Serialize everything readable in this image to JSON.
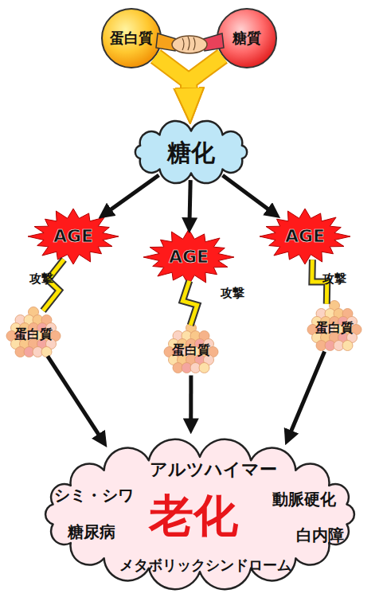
{
  "diagram": {
    "nodes": [
      {
        "text": [
          "蛋白質"
        ]
      },
      {
        "text": [
          "糖質"
        ]
      },
      {
        "text": [
          "糖化"
        ]
      },
      {
        "text": [
          "AGE"
        ]
      },
      {
        "text": [
          "AGE"
        ]
      },
      {
        "text": [
          "AGE"
        ]
      },
      {
        "text": [
          "蛋白質"
        ]
      },
      {
        "text": [
          "蛋白質"
        ]
      },
      {
        "text": [
          "蛋白質"
        ]
      },
      {
        "text": [
          "アルツハイマー",
          "シミ・シワ",
          "老化",
          "動脈硬化",
          "糖尿病",
          "白内障",
          "メタボリックシンドローム"
        ]
      }
    ],
    "edges": [
      {
        "from": 0,
        "to": 2,
        "arrow": "to"
      },
      {
        "from": 1,
        "to": 2,
        "arrow": "to"
      },
      {
        "from": 2,
        "to": 3,
        "arrow": "to"
      },
      {
        "from": 2,
        "to": 4,
        "arrow": "to"
      },
      {
        "from": 2,
        "to": 5,
        "arrow": "to"
      },
      {
        "from": 3,
        "to": 6,
        "label": "攻撃",
        "arrow": "none"
      },
      {
        "from": 4,
        "to": 7,
        "label": "攻撃",
        "arrow": "none"
      },
      {
        "from": 5,
        "to": 8,
        "label": "攻撃",
        "arrow": "none"
      },
      {
        "from": 6,
        "to": 9,
        "arrow": "to"
      },
      {
        "from": 7,
        "to": 9,
        "arrow": "to"
      },
      {
        "from": 8,
        "to": 9,
        "arrow": "to"
      }
    ]
  }
}
